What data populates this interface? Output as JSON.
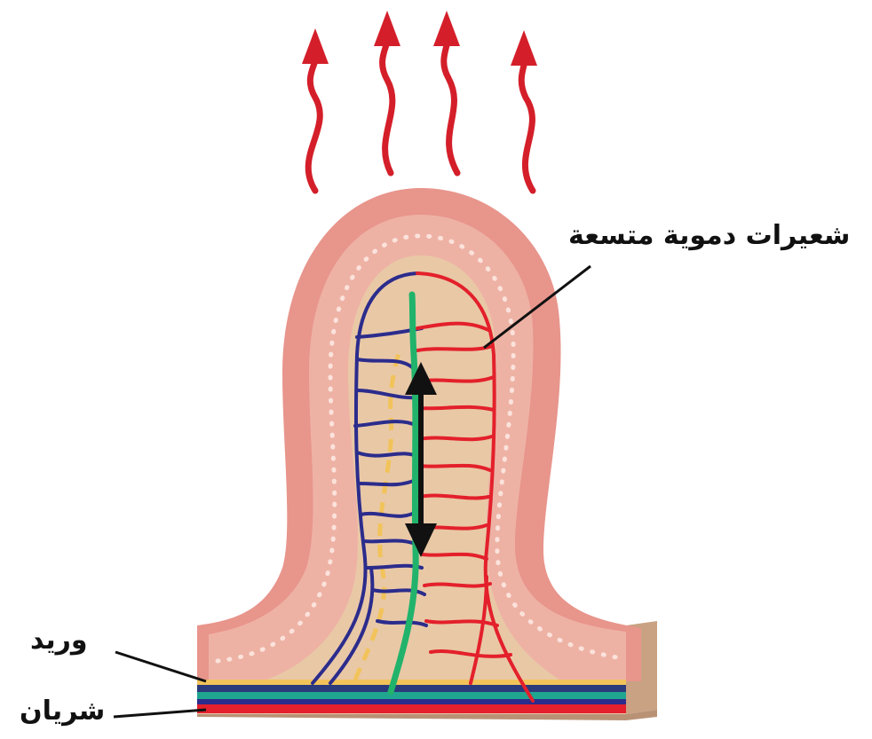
{
  "labels": {
    "capillaries": "شعيرات دموية متسعة",
    "vein": "وريد",
    "artery": "شريان"
  },
  "colors": {
    "heat_arrow": "#d41f2a",
    "outer_tissue": "#e99a92",
    "inner_tissue": "#e9c4a4",
    "vein_vessel": "#2b2c8c",
    "artery_vessel": "#e3202b",
    "lymph_vessel": "#21b36b",
    "base_side": "#cfa98a"
  },
  "icons": {
    "heat": "wavy-up-arrow",
    "flow": "double-headed-arrow"
  }
}
